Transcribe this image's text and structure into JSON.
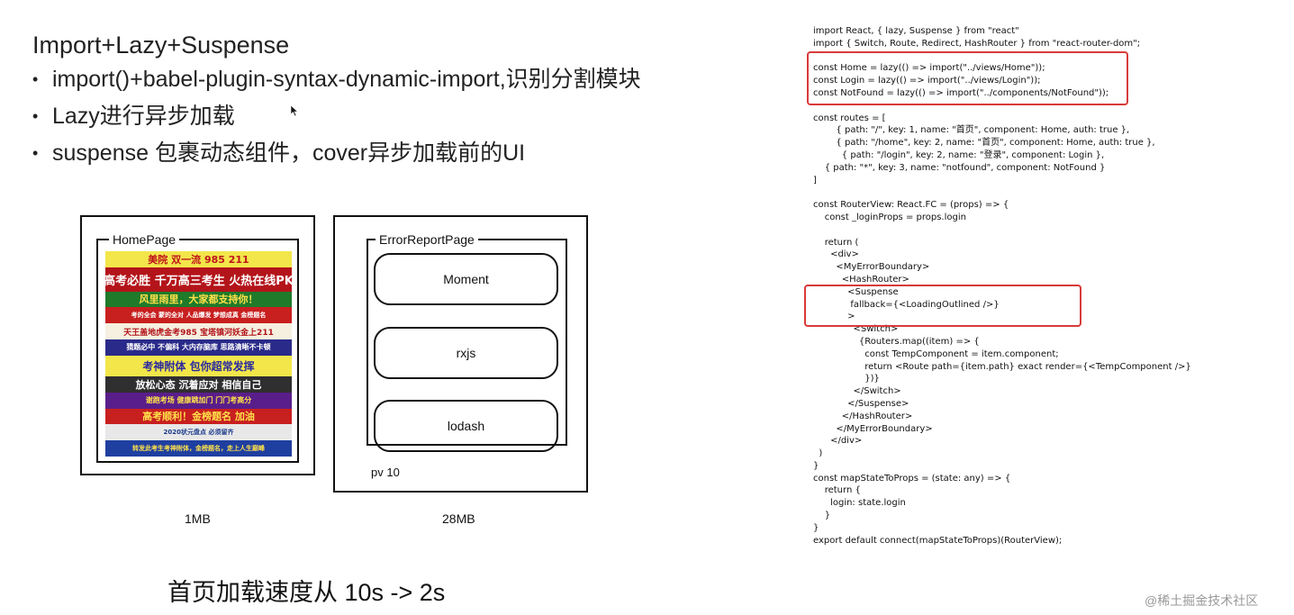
{
  "slide": {
    "title": "Import+Lazy+Suspense",
    "bullets": [
      "import()+babel-plugin-syntax-dynamic-import,识别分割模块",
      "Lazy进行异步加载",
      "suspense 包裹动态组件，cover异步加载前的UI"
    ],
    "bullet_symbol": "•"
  },
  "home_page": {
    "label": "HomePage",
    "size": "1MB",
    "image_lines": [
      "美院 双一流 985 211",
      "高考必胜 千万高三考生 火热在线PK",
      "风里雨里，大家都支持你！",
      "考的全会 蒙的全对 人品爆发 梦想成真 金榜题名",
      "天王盖地虎金考985 宝塔镇河妖金上211",
      "猜题必中 不偏科 大内存脑库 思路清晰不卡顿",
      "考神附体 包你超常发挥",
      "放松心态 沉着应对 相信自己",
      "谢跑考场 健康跳加门 门门考高分",
      "高考顺利！金榜题名 加油",
      "2020状元盘点 必须留齐",
      "转发此考生考神附体，金榜题名，走上人生巅峰"
    ]
  },
  "error_page": {
    "label": "ErrorReportPage",
    "modules": [
      "Moment",
      "rxjs",
      "lodash"
    ],
    "pv": "pv 10",
    "size": "28MB"
  },
  "speed_text": "首页加载速度从 10s -> 2s",
  "code": "import React, { lazy, Suspense } from \"react\"\nimport { Switch, Route, Redirect, HashRouter } from \"react-router-dom\";\n\nconst Home = lazy(() => import(\"../views/Home\"));\nconst Login = lazy(() => import(\"../views/Login\"));\nconst NotFound = lazy(() => import(\"../components/NotFound\"));\n\nconst routes = [\n        { path: \"/\", key: 1, name: \"首页\", component: Home, auth: true },\n        { path: \"/home\", key: 2, name: \"首页\", component: Home, auth: true },\n          { path: \"/login\", key: 2, name: \"登录\", component: Login },\n    { path: \"*\", key: 3, name: \"notfound\", component: NotFound }\n]\n\nconst RouterView: React.FC = (props) => {\n    const _loginProps = props.login\n\n    return (\n      <div>\n        <MyErrorBoundary>\n          <HashRouter>\n            <Suspense\n             fallback={<LoadingOutlined />}\n            >\n              <Switch>\n                {Routers.map((item) => {\n                  const TempComponent = item.component;\n                  return <Route path={item.path} exact render={<TempComponent />}\n                  })}\n              </Switch>\n            </Suspense>\n          </HashRouter>\n        </MyErrorBoundary>\n      </div>\n  )\n}\nconst mapStateToProps = (state: any) => {\n    return {\n      login: state.login\n    }\n}\nexport default connect(mapStateToProps)(RouterView);",
  "watermark": "@稀土掘金技术社区",
  "colors": {
    "highlight_box": "#d93a3a",
    "text": "#1a1a1a",
    "watermark": "#999999"
  },
  "icons": {
    "cursor": "mouse-pointer-icon"
  }
}
